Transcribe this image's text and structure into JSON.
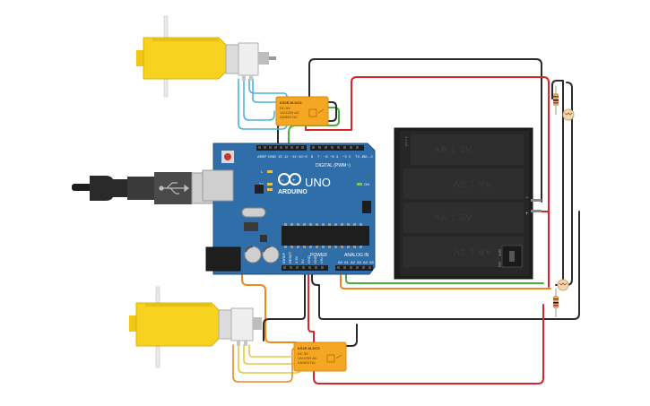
{
  "arduino": {
    "brand": "ARDUINO",
    "model": "UNO",
    "on_label": "ON",
    "header_digital": "DIGITAL (PWM~)",
    "aref": "AREF",
    "gnd": "GND",
    "digital_pins": [
      "13",
      "12",
      "~11",
      "~10",
      "~9",
      "8",
      "7",
      "~6",
      "~5",
      "4",
      "~3",
      "2",
      "TX→1",
      "RX←0"
    ],
    "led_labels": [
      "L",
      "TX",
      "RX"
    ],
    "power_title": "POWER",
    "power_pins": [
      "IOREF",
      "RESET",
      "3.3V",
      "5V",
      "GND",
      "GND",
      "VIN"
    ],
    "analog_title": "ANALOG IN",
    "analog_pins": [
      "A0",
      "A1",
      "A2",
      "A3",
      "A4",
      "A5"
    ]
  },
  "relay_top": {
    "model": "KS2E-M-DC5",
    "lines": [
      "DC 5V",
      "1A/125V AC",
      "2A/30V DC"
    ]
  },
  "relay_bottom": {
    "model": "KS2E-M-DC5",
    "lines": [
      "DC 5V",
      "1A/125V AC",
      "2A/30V DC"
    ]
  },
  "battery": {
    "cells": [
      "AA 1.5V",
      "AA 1.5V",
      "AA 1.5V",
      "AA 1.5V"
    ],
    "switch_off": "OFF",
    "switch_on": "ON",
    "minus": "−",
    "plus": "+",
    "side_label": "4 x AA"
  },
  "colors": {
    "board": "#2f6ea8",
    "board_edge": "#1f4f80",
    "motor_yellow": "#f7d21e",
    "relay_orange": "#f5a623",
    "battery_dark": "#1e1e1e",
    "wire_black": "#2b2b2b",
    "wire_red": "#d9262b",
    "wire_blue": "#4fb3d9",
    "wire_green": "#44b040",
    "wire_orange": "#f0891b",
    "wire_yellow": "#e6c640"
  }
}
